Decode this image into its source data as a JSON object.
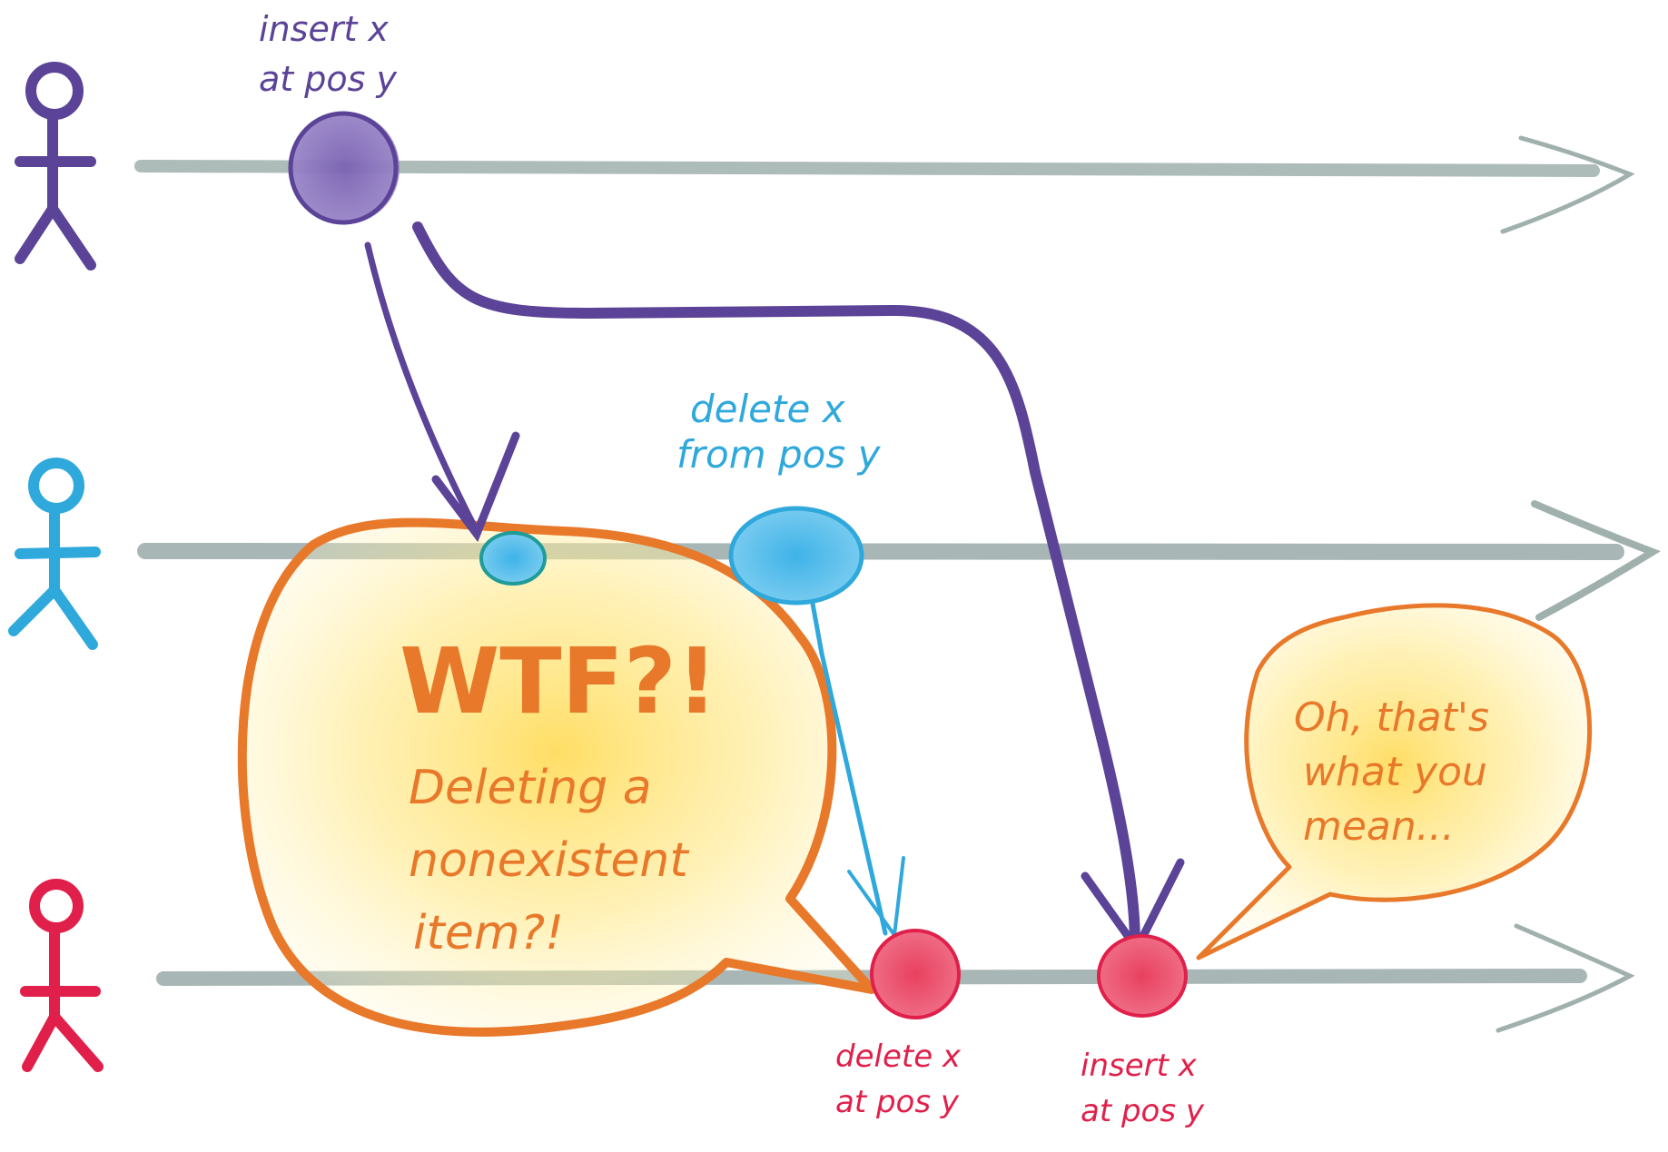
{
  "colors": {
    "purple": "#5b4397",
    "blue": "#2fa8dc",
    "red": "#e0204a",
    "orange": "#e8782a",
    "timeline": "#9fb0ad",
    "bubble_fill": "#ffe98a"
  },
  "actors": [
    {
      "name": "purple-user",
      "color": "#5b4397"
    },
    {
      "name": "blue-user",
      "color": "#2fa8dc"
    },
    {
      "name": "red-user",
      "color": "#e0204a"
    }
  ],
  "labels": {
    "purple_op_line1": "insert x",
    "purple_op_line2": "at pos y",
    "blue_op_line1": "delete x",
    "blue_op_line2": "from pos y",
    "red_op1_line1": "delete x",
    "red_op1_line2": "at pos y",
    "red_op2_line1": "insert x",
    "red_op2_line2": "at pos y"
  },
  "bubbles": {
    "big_title": "WTF?!",
    "big_line1": "Deleting a",
    "big_line2": "nonexistent",
    "big_line3": "item?!",
    "small_line1": "Oh, that's",
    "small_line2": "what you",
    "small_line3": "mean..."
  }
}
